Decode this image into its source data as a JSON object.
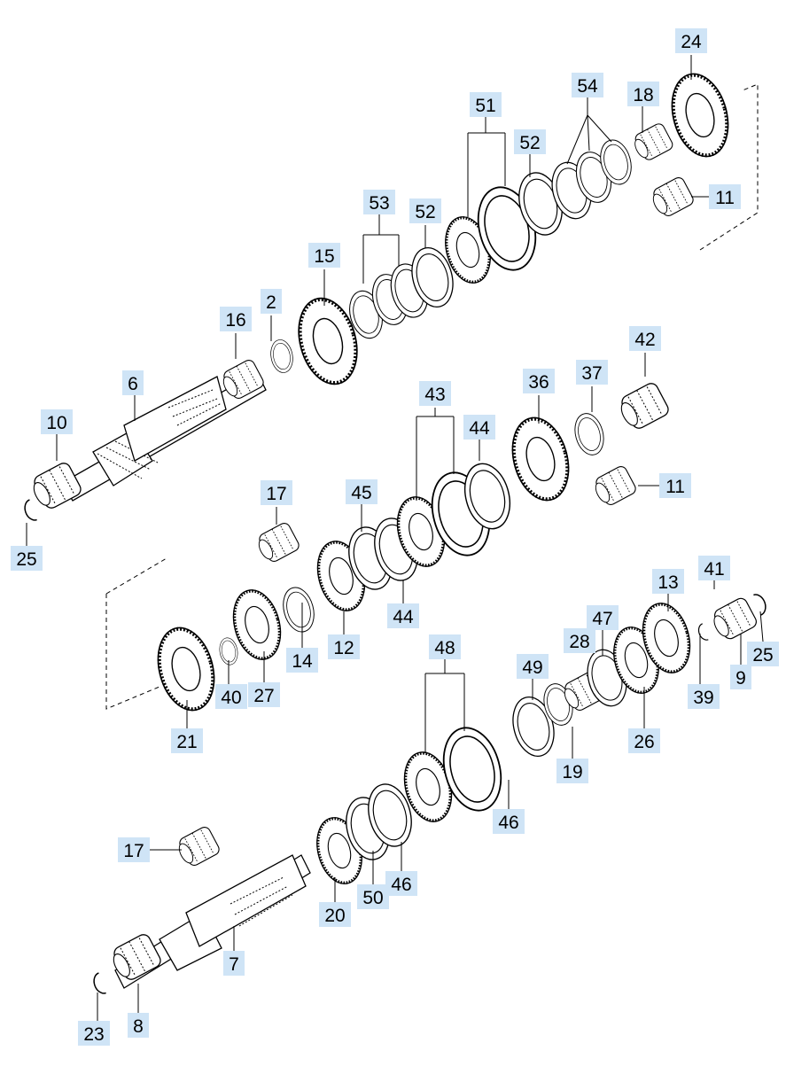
{
  "diagram": {
    "part_numbers": [
      "2",
      "6",
      "7",
      "8",
      "9",
      "10",
      "11",
      "12",
      "13",
      "14",
      "15",
      "16",
      "17",
      "18",
      "19",
      "20",
      "21",
      "23",
      "24",
      "25",
      "26",
      "27",
      "28",
      "36",
      "37",
      "39",
      "40",
      "41",
      "42",
      "43",
      "44",
      "45",
      "46",
      "47",
      "48",
      "49",
      "50",
      "51",
      "52",
      "53",
      "54"
    ]
  }
}
